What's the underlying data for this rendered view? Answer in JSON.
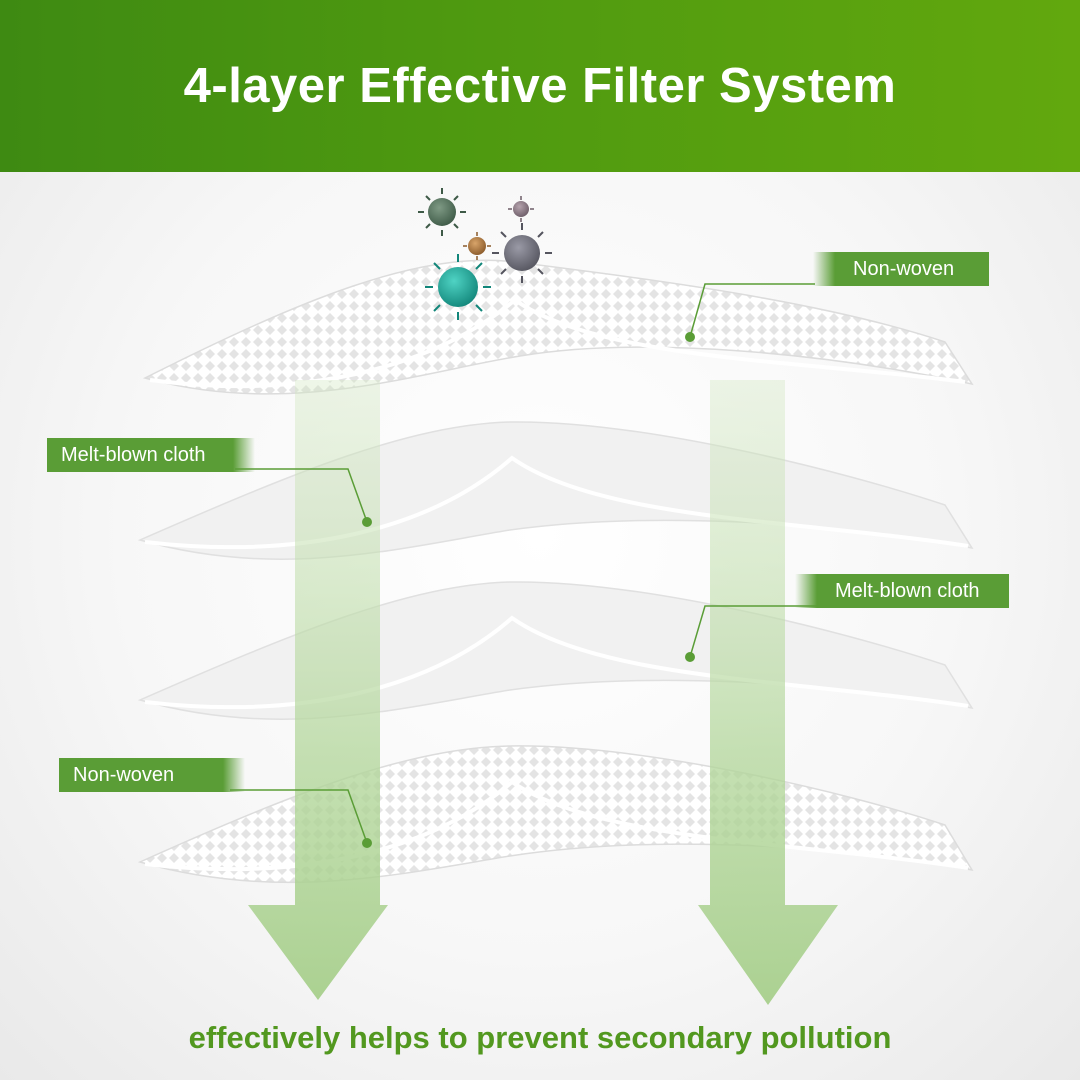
{
  "header": {
    "title": "4-layer Effective Filter System"
  },
  "layers": [
    {
      "label": "Non-woven"
    },
    {
      "label": "Melt-blown cloth"
    },
    {
      "label": "Melt-blown cloth"
    },
    {
      "label": "Non-woven"
    }
  ],
  "footer": {
    "text": "effectively helps to prevent secondary pollution"
  },
  "colors": {
    "header_green": "#4f9a10",
    "label_green": "#5a9d36",
    "footer_green": "#52981f",
    "arrow_green": "#a9cf8c"
  },
  "icons": [
    "virus-icon",
    "down-arrow-icon"
  ]
}
